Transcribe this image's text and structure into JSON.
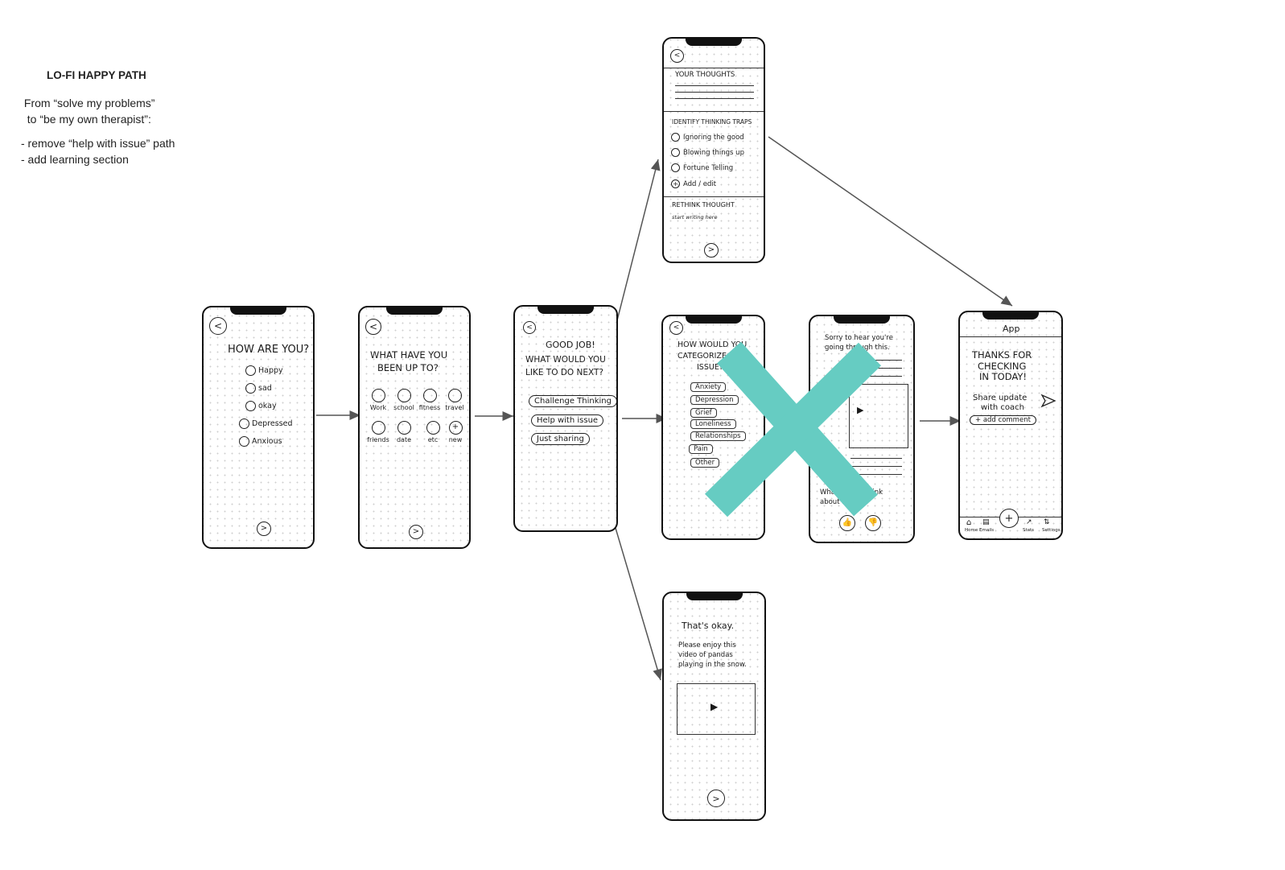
{
  "note": {
    "title": "LO-FI HAPPY PATH",
    "lines": [
      " From “solve my problems”",
      "  to “be my own therapist”:",
      "",
      "- remove “help with issue” path",
      "- add learning section"
    ]
  },
  "screen1": {
    "title": "HOW ARE YOU?",
    "moods": [
      "Happy",
      "sad",
      "okay",
      "Depressed",
      "Anxious"
    ],
    "back": "<",
    "next": ">"
  },
  "screen2": {
    "title_line1": "WHAT HAVE YOU",
    "title_line2": "BEEN UP TO?",
    "activities_row1": [
      "Work",
      "school",
      "fitness",
      "travel"
    ],
    "activities_row2": [
      "friends",
      "date",
      "etc",
      "new"
    ],
    "new_symbol": "+",
    "back": "<",
    "next": ">"
  },
  "screen3": {
    "title_line1": "GOOD JOB!",
    "title_line2": "WHAT WOULD YOU",
    "title_line3": "LIKE TO DO NEXT?",
    "options": [
      "Challenge Thinking",
      "Help with issue",
      "Just sharing"
    ],
    "back": "<"
  },
  "screen_thoughts": {
    "section1": "YOUR THOUGHTS",
    "section2": "IDENTIFY THINKING TRAPS",
    "traps": [
      "Ignoring the good",
      "Blowing things up",
      "Fortune Telling",
      "Add / edit"
    ],
    "add_symbol": "+",
    "section3": "RETHINK THOUGHT",
    "placeholder": "start writing here",
    "back": "<",
    "next": ">"
  },
  "screen_categorize": {
    "title_line1": "HOW WOULD YOU",
    "title_line2": "CATEGORIZE THE",
    "title_line3": "ISSUE?",
    "categories": [
      "Anxiety",
      "Depression",
      "Grief",
      "Loneliness",
      "Relationships",
      "Pain",
      "Other"
    ],
    "back": "<"
  },
  "screen_sorry": {
    "text_line1": "Sorry to hear you're",
    "text_line2": "going through this.",
    "bottom_line1": "What do you think",
    "bottom_line2": "about ...",
    "play": "▶"
  },
  "screen_thanks": {
    "header": "App",
    "title_line1": "THANKS FOR",
    "title_line2": "CHECKING",
    "title_line3": "IN TODAY!",
    "share_line1": "Share update",
    "share_line2": "with coach",
    "add_comment": "+ add comment",
    "nav": [
      "Home",
      "Emails",
      "Stats",
      "Settings"
    ],
    "plus": "+"
  },
  "screen_okay": {
    "title": "That's okay.",
    "body_line1": "Please enjoy this",
    "body_line2": "video of pandas",
    "body_line3": "playing in the snow.",
    "play": "▶",
    "next": ">"
  },
  "colors": {
    "cross": "#66CCC2",
    "arrow": "#555555",
    "ink": "#1a1a1a"
  }
}
